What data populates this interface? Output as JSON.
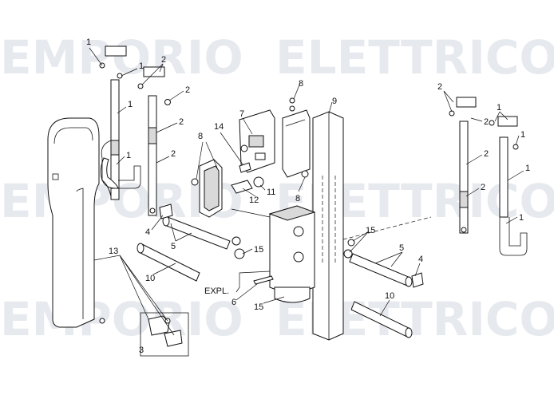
{
  "watermark": {
    "line1": "EMPORIO",
    "line2": "ELETTRICO"
  },
  "labels": {
    "l1": "1",
    "l2": "2",
    "l3": "3",
    "l4": "4",
    "l5": "5",
    "l6": "6",
    "l7": "7",
    "l8": "8",
    "l9": "9",
    "l10": "10",
    "l11": "11",
    "l12": "12",
    "l13": "13",
    "l14": "14",
    "l15": "15",
    "expl": "EXPL."
  },
  "colors": {
    "line": "#111111",
    "watermark": "#e6e9ee",
    "background": "#ffffff"
  }
}
